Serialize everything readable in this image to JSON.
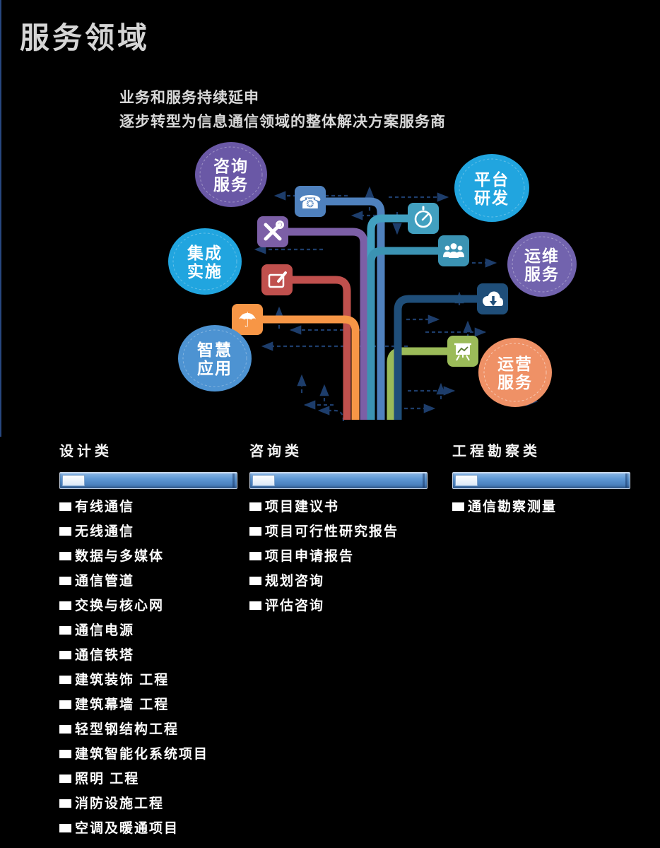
{
  "page": {
    "title": "服务领域",
    "subtitle_line1": "业务和服务持续延申",
    "subtitle_line2": "逐步转型为信息通信领域的整体解决方案服务商"
  },
  "diagram": {
    "bubbles": [
      {
        "line1": "咨询",
        "line2": "服务",
        "color": "#6a58a6"
      },
      {
        "line1": "平台",
        "line2": "研发",
        "color": "#21a5df"
      },
      {
        "line1": "集成",
        "line2": "实施",
        "color": "#21a5df"
      },
      {
        "line1": "运维",
        "line2": "服务",
        "color": "#7263ae"
      },
      {
        "line1": "智慧",
        "line2": "应用",
        "color": "#4d93d2"
      },
      {
        "line1": "运营",
        "line2": "服务",
        "color": "#ef9166"
      }
    ],
    "tiles": [
      {
        "icon": "telephone",
        "glyph": "☎",
        "color": "#4f81bd"
      },
      {
        "icon": "tools",
        "glyph": "",
        "color": "#7c5fa6"
      },
      {
        "icon": "edit",
        "glyph": "",
        "color": "#c0504d"
      },
      {
        "icon": "umbrella",
        "glyph": "☂",
        "color": "#f79646"
      },
      {
        "icon": "gauge",
        "glyph": "",
        "color": "#42a0c0"
      },
      {
        "icon": "team",
        "glyph": "",
        "color": "#3b93b3"
      },
      {
        "icon": "cloud-download",
        "glyph": "",
        "color": "#1f4e79"
      },
      {
        "icon": "presentation",
        "glyph": "",
        "color": "#9bbb59"
      }
    ],
    "lines": [
      {
        "name": "telephone-line",
        "color": "#4f81bd"
      },
      {
        "name": "tools-line",
        "color": "#7c5fa6"
      },
      {
        "name": "edit-line",
        "color": "#c0504d"
      },
      {
        "name": "umbrella-line",
        "color": "#f79646"
      },
      {
        "name": "gauge-line",
        "color": "#42a0c0"
      },
      {
        "name": "team-line",
        "color": "#3b93b3"
      },
      {
        "name": "presentation-line",
        "color": "#9bbb59"
      },
      {
        "name": "cloud-line",
        "color": "#1f4e79"
      }
    ],
    "arrow_color": "#1d3d6b"
  },
  "columns": [
    {
      "header": "设计类",
      "items": [
        "有线通信",
        "无线通信",
        "数据与多媒体",
        "通信管道",
        "交换与核心网",
        "通信电源",
        "通信铁塔",
        "建筑装饰 工程",
        "建筑幕墙 工程",
        "轻型钢结构工程",
        "建筑智能化系统项目",
        "照明 工程",
        "消防设施工程",
        "空调及暖通项目"
      ]
    },
    {
      "header": "咨询类",
      "items": [
        "项目建议书",
        "项目可行性研究报告",
        "项目申请报告",
        "规划咨询",
        "评估咨询"
      ]
    },
    {
      "header": "工程勘察类",
      "items": [
        "通信勘察测量"
      ]
    }
  ]
}
